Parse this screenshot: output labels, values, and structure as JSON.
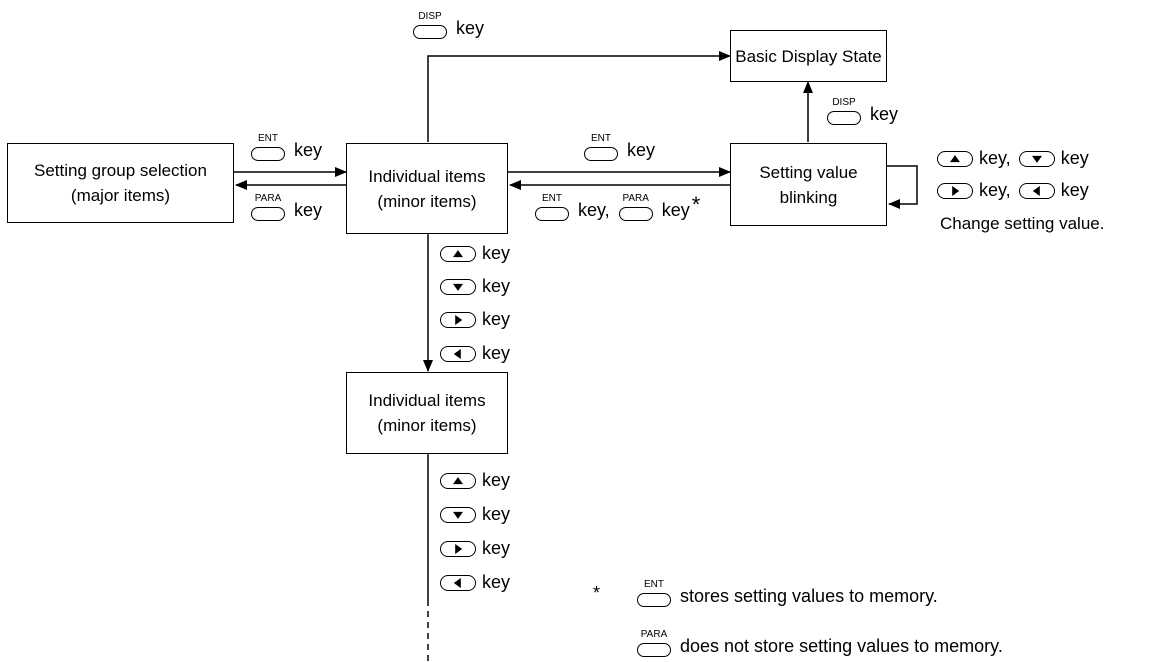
{
  "boxes": {
    "basic_display": [
      "Basic Display State"
    ],
    "setting_group": [
      "Setting group selection",
      "(major items)"
    ],
    "individual_top": [
      "Individual items",
      "(minor items)"
    ],
    "setting_value": [
      "Setting value",
      "blinking"
    ],
    "individual_bottom": [
      "Individual items",
      "(minor items)"
    ]
  },
  "keys": {
    "disp": "DISP",
    "ent": "ENT",
    "para": "PARA",
    "word": "key",
    "key_sep": "key,"
  },
  "change_note": "Change setting value.",
  "footnote": {
    "marker": "*",
    "ent_note": "stores setting values to memory.",
    "para_note": "does not store setting values to memory."
  },
  "arrow_key_names": [
    "up-arrow-key",
    "down-arrow-key",
    "right-arrow-key",
    "left-arrow-key"
  ]
}
